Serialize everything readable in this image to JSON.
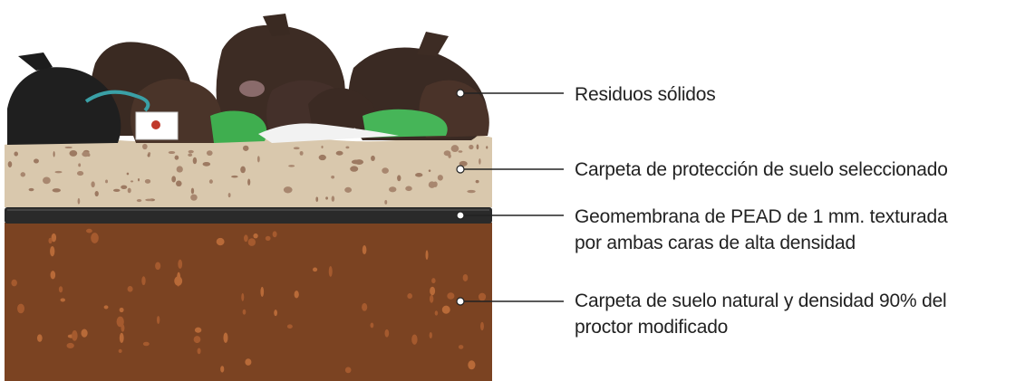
{
  "layers": [
    {
      "id": "residuos",
      "label": "Residuos sólidos",
      "color": "#3b2a22"
    },
    {
      "id": "proteccion",
      "label": "Carpeta de protección de suelo seleccionado",
      "color": "#d8c7ad"
    },
    {
      "id": "geomembrana",
      "label": "Geomembrana de PEAD de 1 mm. texturada\npor ambas caras de alta densidad",
      "color": "#2b2b2b"
    },
    {
      "id": "suelo-natural",
      "label": "Carpeta de suelo natural y densidad 90% del\nproctor modificado",
      "color": "#7d4424"
    }
  ]
}
